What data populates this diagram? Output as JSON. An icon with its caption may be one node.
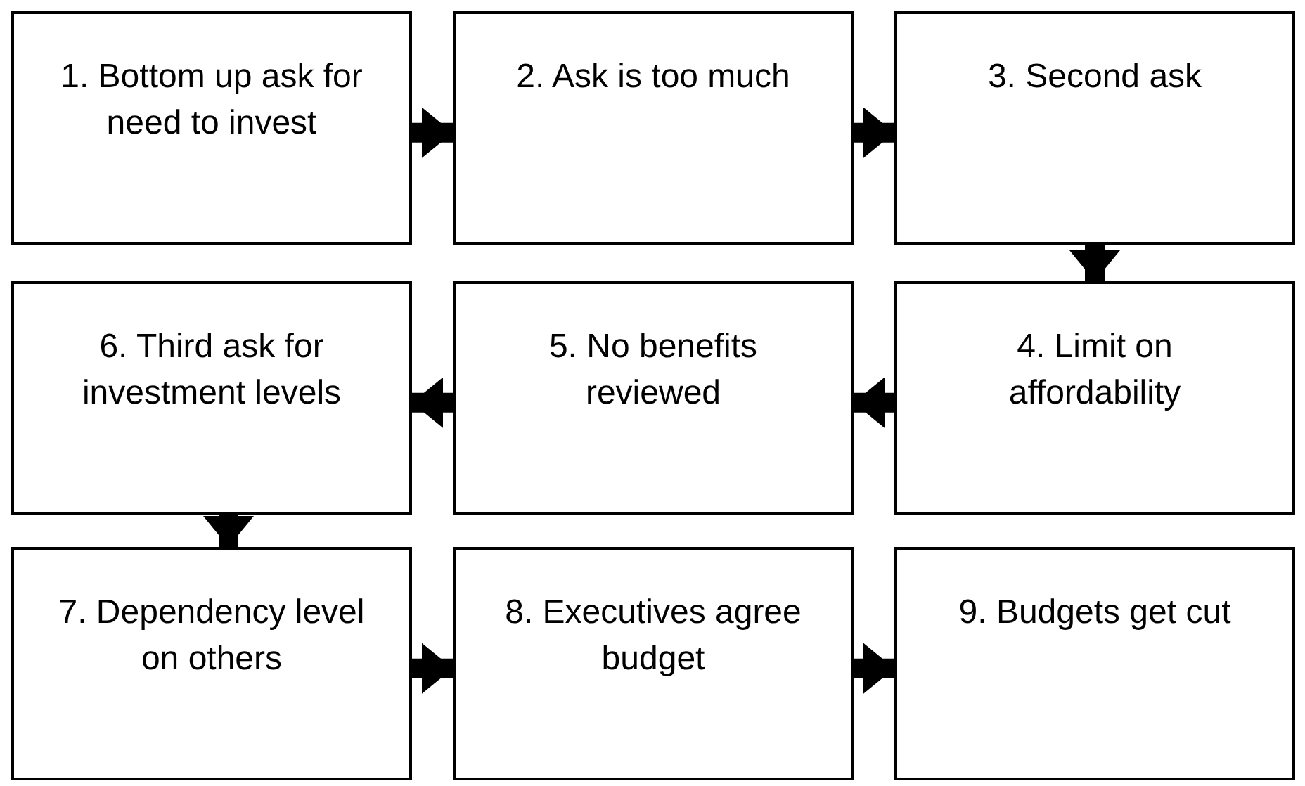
{
  "diagram": {
    "nodes": [
      {
        "text": [
          "1. Bottom up ask for need to invest"
        ]
      },
      {
        "text": [
          "2. Ask is too much"
        ]
      },
      {
        "text": [
          "3. Second ask"
        ]
      },
      {
        "text": [
          "4. Limit on affordability"
        ]
      },
      {
        "text": [
          "5. No benefits reviewed"
        ]
      },
      {
        "text": [
          "6. Third ask for investment levels"
        ]
      },
      {
        "text": [
          "7. Dependency level on others"
        ]
      },
      {
        "text": [
          "8. Executives agree budget"
        ]
      },
      {
        "text": [
          "9. Budgets get cut"
        ]
      }
    ],
    "edges": [
      {
        "from": 0,
        "to": 1,
        "arrow": "to"
      },
      {
        "from": 1,
        "to": 2,
        "arrow": "to"
      },
      {
        "from": 2,
        "to": 3,
        "arrow": "to"
      },
      {
        "from": 3,
        "to": 4,
        "arrow": "to"
      },
      {
        "from": 4,
        "to": 5,
        "arrow": "to"
      },
      {
        "from": 5,
        "to": 6,
        "arrow": "to"
      },
      {
        "from": 6,
        "to": 7,
        "arrow": "to"
      },
      {
        "from": 7,
        "to": 8,
        "arrow": "to"
      }
    ]
  }
}
